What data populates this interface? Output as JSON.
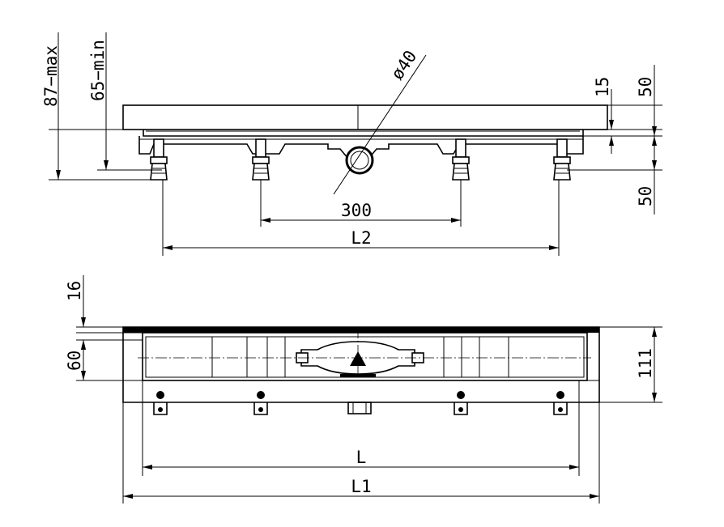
{
  "dimensions": {
    "max_height": "87−max",
    "min_height": "65−min",
    "pipe_diameter": "ø40",
    "top_offset": "15",
    "top_height": "50",
    "bottom_height": "50",
    "inner_spacing": "300",
    "leg_span": "L2",
    "plan_top": "16",
    "plan_channel": "60",
    "plan_total": "111",
    "channel_length": "L",
    "total_length": "L1"
  }
}
